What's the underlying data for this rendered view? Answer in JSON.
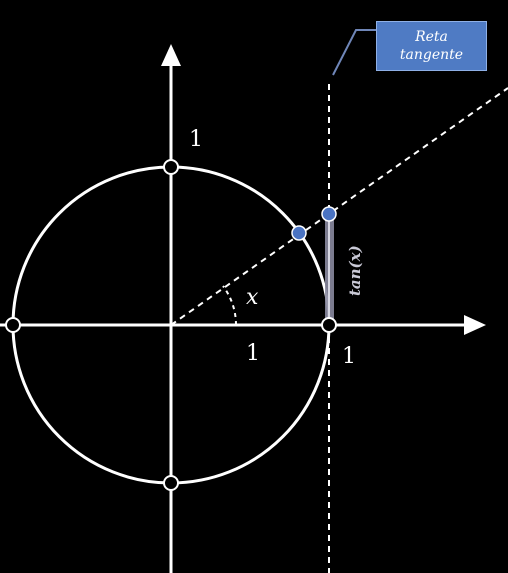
{
  "callout": {
    "text": "Reta\ntangente"
  },
  "labels": {
    "y_unit": "1",
    "x_unit_segment": "1",
    "x_unit_axis": "1",
    "angle": "x",
    "tan": "tan(x)"
  },
  "colors": {
    "background": "#000000",
    "axes": "#ffffff",
    "circle": "#ffffff",
    "points_black": "#000000",
    "points_blue": "#4a73c2",
    "callout_fill": "#4f7bc4",
    "tan_segment": "#8a8aa0"
  }
}
